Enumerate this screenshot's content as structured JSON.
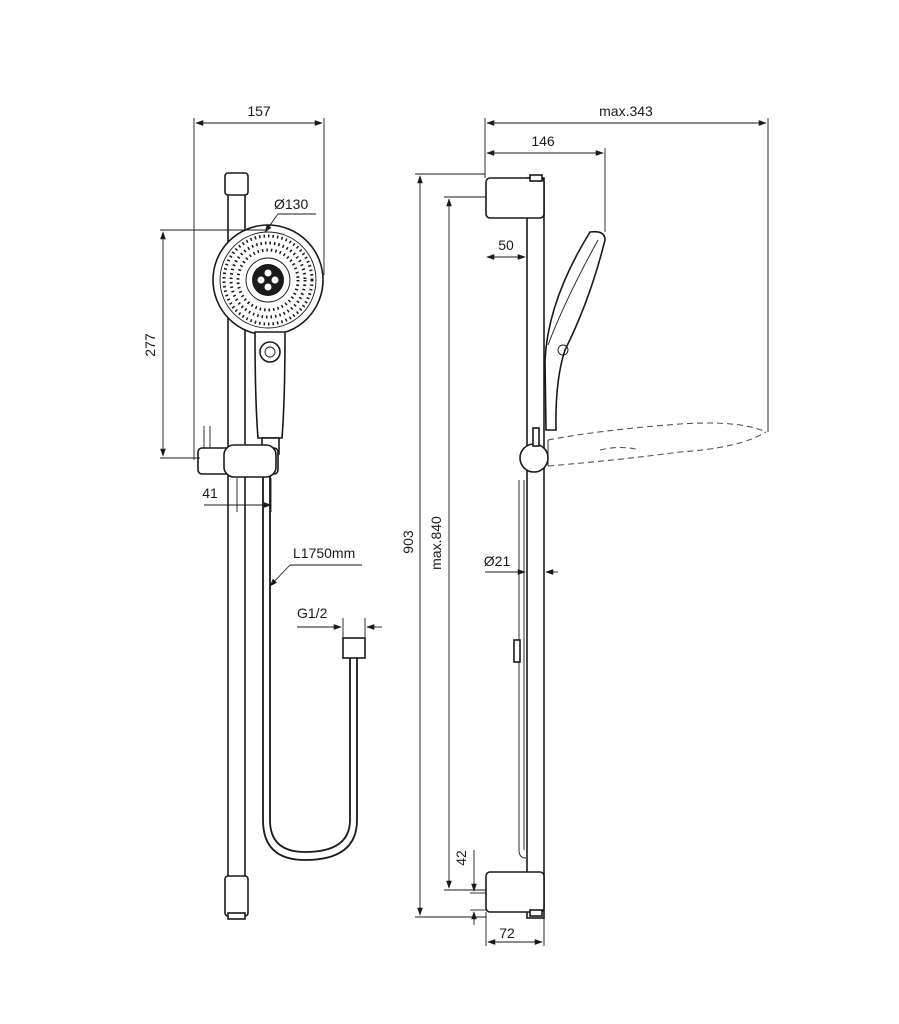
{
  "dimensions": {
    "front_width": "157",
    "head_diameter": "Ø130",
    "head_height": "277",
    "slider_offset": "41",
    "hose_length": "L1750mm",
    "thread": "G1/2",
    "side_max_reach": "max.343",
    "side_head_reach": "146",
    "bracket_depth": "50",
    "bar_height": "903",
    "slide_max": "max.840",
    "bar_diameter": "Ø21",
    "bottom_offset": "42",
    "bottom_bracket_width": "72"
  },
  "colors": {
    "line": "#1a1a1a",
    "background": "#ffffff"
  }
}
